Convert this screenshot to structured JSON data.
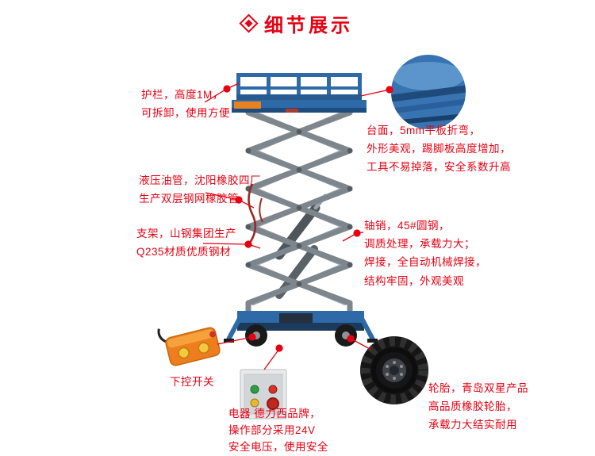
{
  "header": {
    "title": "细节展示",
    "accent_color": "#e60012"
  },
  "colors": {
    "accent_red": "#e60012",
    "machine_blue": "#2e6aa8",
    "steel_gray": "#7e868d",
    "remote_orange": "#ee7d1d"
  },
  "callouts": {
    "guardrail": {
      "text": "护栏，高度1M，\n可拆卸，使用方便"
    },
    "platform": {
      "text": "台面，5mm平板折弯，\n外形美观，踢脚板高度增加，\n工具不易掉落，安全系数升高"
    },
    "hose": {
      "text": "液压油管，沈阳橡胶四厂\n生产双层钢网橡胶管"
    },
    "frame": {
      "text": "支架，山钢集团生产\nQ235材质优质钢材"
    },
    "pin": {
      "text": "轴销，45#圆钢，\n调质处理，承载力大；\n焊接，全自动机械焊接，\n结构牢固，外观美观"
    },
    "switch": {
      "text": "下控开关"
    },
    "electric": {
      "text": "电器 德力西品牌，\n操作部分采用24V\n安全电压，使用安全"
    },
    "tire": {
      "text": "轮胎，青岛双星产品\n高品质橡胶轮胎，\n承载力大结实耐用"
    }
  }
}
